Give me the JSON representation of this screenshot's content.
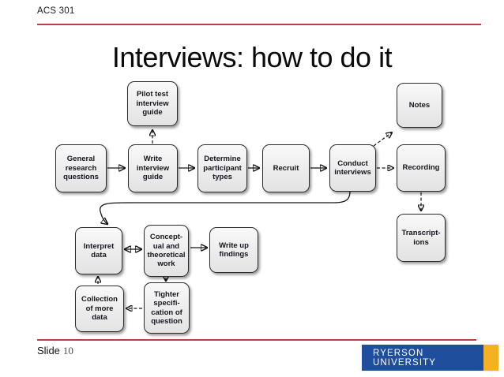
{
  "slide": {
    "course_code": "ACS 301",
    "title": "Interviews: how to do it",
    "footer": {
      "label": "Slide",
      "number": "10"
    },
    "logo": {
      "text": "RYERSON UNIVERSITY"
    }
  },
  "colors": {
    "rule_red": "#b5443f",
    "logo_blue": "#1f4e9c",
    "logo_gold": "#f4b223",
    "box_border": "#2c2c2c",
    "box_fill": "#ededed"
  },
  "flowchart": {
    "nodes": {
      "pilot": {
        "label": "Pilot test\ninterview\nguide"
      },
      "notes": {
        "label": "Notes"
      },
      "general": {
        "label": "General\nresearch\nquestions"
      },
      "write": {
        "label": "Write\ninterview\nguide"
      },
      "determine": {
        "label": "Determine\nparticipant\ntypes"
      },
      "recruit": {
        "label": "Recruit"
      },
      "conduct": {
        "label": "Conduct\ninterviews"
      },
      "recording": {
        "label": "Recording"
      },
      "transcriptions": {
        "label": "Transcript-\nions"
      },
      "interpret": {
        "label": "Interpret\ndata"
      },
      "conceptual": {
        "label": "Concept-\nual and\ntheoretical\nwork"
      },
      "writeup": {
        "label": "Write up\nfindings"
      },
      "collection": {
        "label": "Collection\nof more\ndata"
      },
      "tighter": {
        "label": "Tighter\nspecifi-\ncation of\nquestion"
      }
    },
    "edges": [
      {
        "from": "general-research-questions",
        "to": "write-interview-guide",
        "style": "solid"
      },
      {
        "from": "write-interview-guide",
        "to": "pilot-test-interview-guide",
        "style": "dashed"
      },
      {
        "from": "write-interview-guide",
        "to": "determine-participant-types",
        "style": "solid"
      },
      {
        "from": "determine-participant-types",
        "to": "recruit",
        "style": "solid"
      },
      {
        "from": "recruit",
        "to": "conduct-interviews",
        "style": "solid"
      },
      {
        "from": "conduct-interviews",
        "to": "notes",
        "style": "dashed"
      },
      {
        "from": "conduct-interviews",
        "to": "recording",
        "style": "dashed"
      },
      {
        "from": "recording",
        "to": "transcriptions",
        "style": "dashed"
      },
      {
        "from": "conduct-interviews",
        "to": "interpret-data",
        "style": "solid-curved"
      },
      {
        "from": "interpret-data",
        "to": "conceptual-theoretical-work",
        "style": "solid-double-arrow"
      },
      {
        "from": "conceptual-theoretical-work",
        "to": "write-up-findings",
        "style": "solid"
      },
      {
        "from": "conceptual-theoretical-work",
        "to": "tighter-specification-of-question",
        "style": "solid"
      },
      {
        "from": "tighter-specification-of-question",
        "to": "collection-of-more-data",
        "style": "dashed"
      },
      {
        "from": "collection-of-more-data",
        "to": "interpret-data",
        "style": "dashed"
      }
    ]
  }
}
